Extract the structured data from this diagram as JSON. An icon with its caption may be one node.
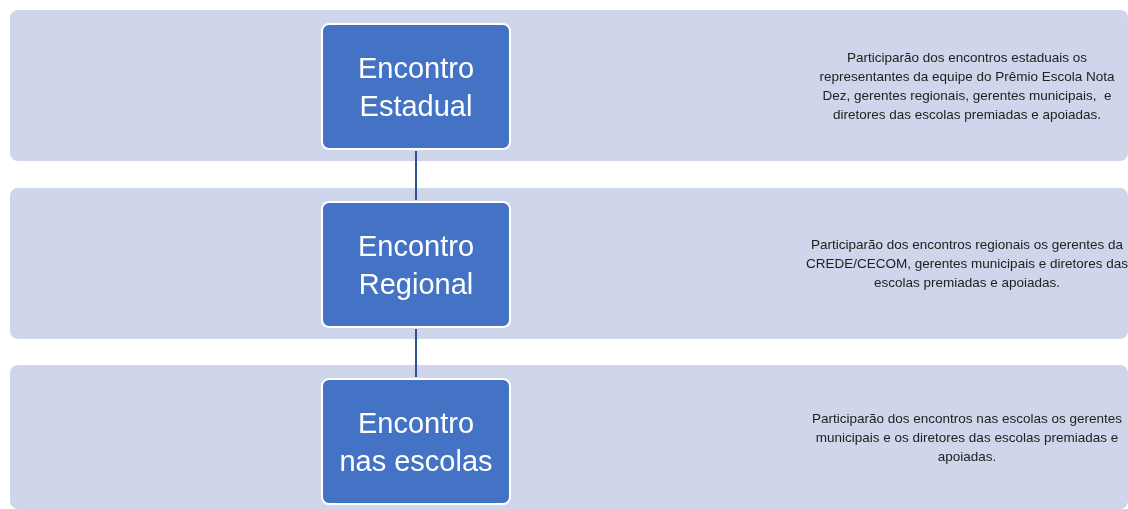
{
  "diagram": {
    "nodes": [
      {
        "text": [
          "Participarão dos encontros estaduais os representantes da equipe do Prêmio Escola Nota Dez, gerentes regionais, gerentes municipais,  e diretores das escolas premiadas e apoiadas."
        ]
      },
      {
        "text": [
          "Encontro Estadual"
        ],
        "in": 0
      },
      {
        "text": [
          "Participarão dos encontros regionais os gerentes da CREDE/CECOM, gerentes municipais e diretores das escolas premiadas e apoiadas."
        ]
      },
      {
        "text": [
          "Encontro Regional"
        ],
        "in": 2
      },
      {
        "text": [
          "Participarão dos encontros nas escolas os gerentes municipais e os diretores das escolas premiadas e apoiadas."
        ]
      },
      {
        "text": [
          "Encontro nas escolas"
        ],
        "in": 4
      }
    ],
    "edges": [
      {
        "from": 1,
        "to": 3,
        "arrow": "none"
      },
      {
        "from": 3,
        "to": 5,
        "arrow": "none"
      }
    ]
  }
}
